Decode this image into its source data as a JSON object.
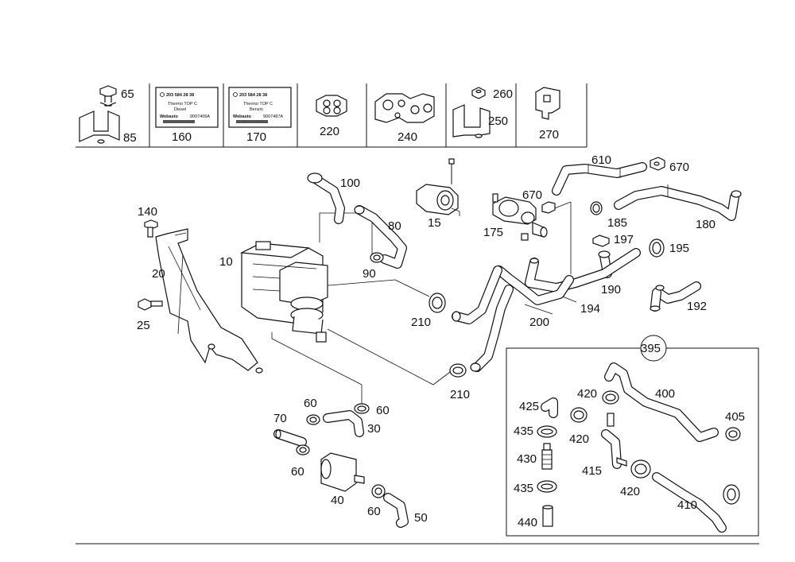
{
  "header_parts": {
    "p65": "65",
    "p85": "85",
    "p160": "160",
    "p170": "170",
    "p220": "220",
    "p240": "240",
    "p260": "260",
    "p250": "250",
    "p270": "270"
  },
  "labels": {
    "diesel": {
      "partno": "203 584 28 38",
      "line1": "Thermo TOP C",
      "line2": "Diesel",
      "brand": "Webasto",
      "code": "9007406A"
    },
    "benzin": {
      "partno": "203 584 28 38",
      "line1": "Thermo TOP C",
      "line2": "Benzin",
      "brand": "Webasto",
      "code": "9007487A"
    }
  },
  "callouts": {
    "c100": "100",
    "c80": "80",
    "c90": "90",
    "c10": "10",
    "c15": "15",
    "c175": "175",
    "c610": "610",
    "c670a": "670",
    "c670b": "670",
    "c185": "185",
    "c180": "180",
    "c197": "197",
    "c195": "195",
    "c190": "190",
    "c194": "194",
    "c192": "192",
    "c200": "200",
    "c210a": "210",
    "c210b": "210",
    "c140": "140",
    "c20": "20",
    "c25": "25",
    "c60a": "60",
    "c60b": "60",
    "c60c": "60",
    "c60d": "60",
    "c70": "70",
    "c30": "30",
    "c40": "40",
    "c50": "50",
    "c395": "395",
    "c400": "400",
    "c405": "405",
    "c410": "410",
    "c415": "415",
    "c420a": "420",
    "c420b": "420",
    "c420c": "420",
    "c425": "425",
    "c430": "430",
    "c435a": "435",
    "c435b": "435",
    "c440": "440"
  }
}
